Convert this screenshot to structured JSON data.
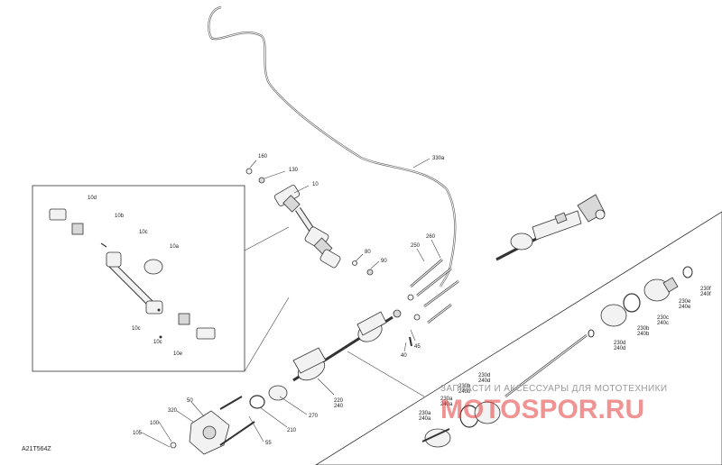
{
  "diagram": {
    "code": "A21T564Z",
    "labels": {
      "l10": "10",
      "l10a": "10a",
      "l10b": "10b",
      "l10c1": "10c",
      "l10c2": "10c",
      "l10c3": "10c",
      "l10d": "10d",
      "l10e": "10e",
      "l40": "40",
      "l45": "45",
      "l50": "50",
      "l55": "55",
      "l80": "80",
      "l90": "90",
      "l100": "100",
      "l105": "105",
      "l130": "130",
      "l160": "160",
      "l210": "210",
      "l220": "220",
      "l240a": "240",
      "l250": "250",
      "l260": "260",
      "l270": "270",
      "l320": "320",
      "l330a": "330a",
      "l230a": "230a",
      "l240a2": "240a",
      "l230a_b": "230a",
      "l240a_b": "240a",
      "l230b": "230b",
      "l240b": "240b",
      "l230c": "230c",
      "l240c": "240c",
      "l230d": "230d",
      "l240d": "240d",
      "l230d2": "230d",
      "l240d2": "240d",
      "l230e": "230e",
      "l240e": "240e",
      "l230f": "230f",
      "l240f": "240f",
      "l230b2": "230b",
      "l240b2": "240b"
    }
  },
  "watermark": {
    "top": "ЗАПЧАСТИ И АКСЕССУАРЫ ДЛЯ МОТОТЕХНИКИ",
    "brand": "MOTOSPOR.RU"
  }
}
